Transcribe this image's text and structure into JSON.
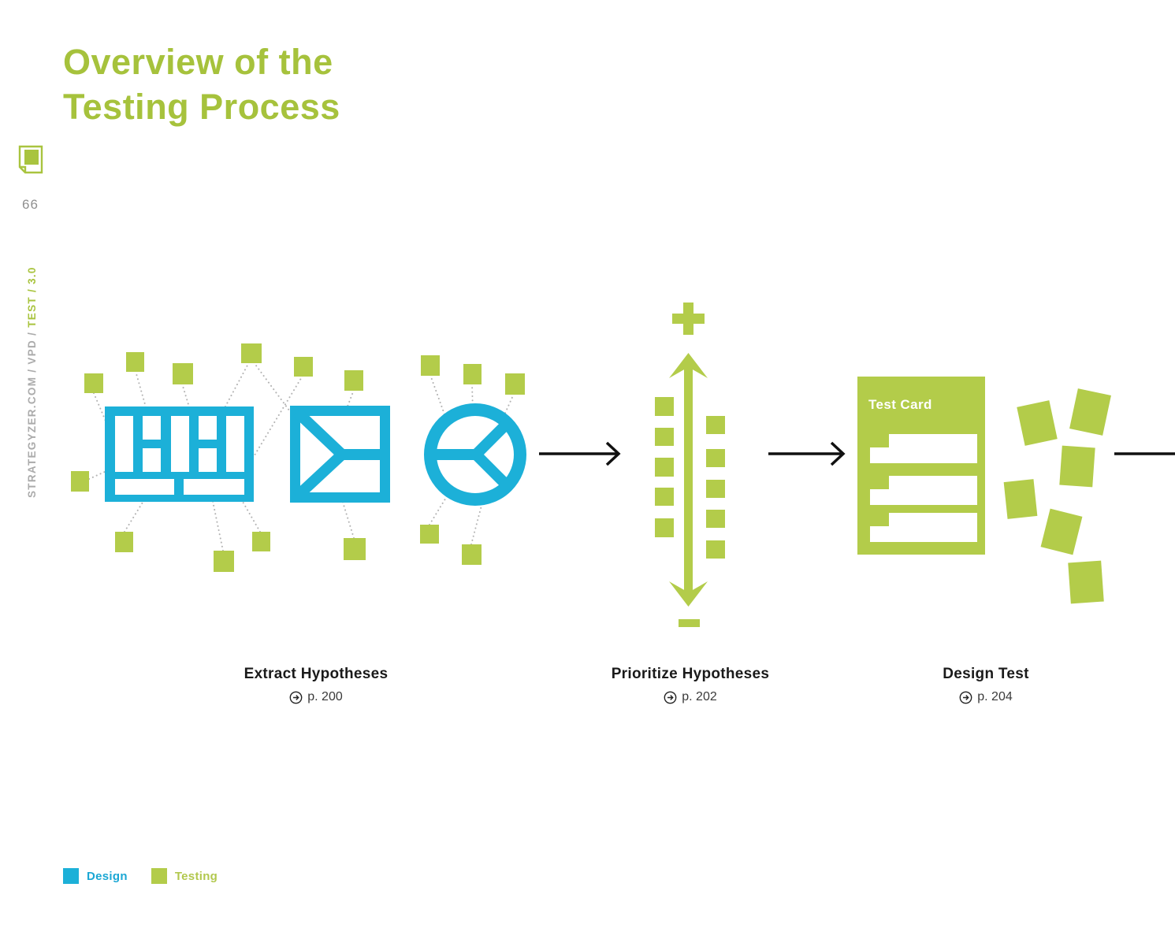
{
  "page": {
    "title_line1": "Overview of the",
    "title_line2": "Testing Process",
    "page_number": "66",
    "sidebar_path_gray": "STRATEGYZER.COM / VPD / ",
    "sidebar_path_green": "TEST / 3.0"
  },
  "steps": [
    {
      "label": "Extract Hypotheses",
      "page_ref": "p. 200"
    },
    {
      "label": "Prioritize Hypotheses",
      "page_ref": "p. 202"
    },
    {
      "label": "Design Test",
      "page_ref": "p. 204"
    }
  ],
  "test_card": {
    "title": "Test Card"
  },
  "prioritize_axis": {
    "top_symbol": "+",
    "bottom_symbol": "−"
  },
  "legend": [
    {
      "label": "Design",
      "color": "#1cb0d8"
    },
    {
      "label": "Testing",
      "color": "#b3cc4a"
    }
  ],
  "icons": {
    "page_marker": "sticky-note-icon",
    "page_link": "circle-arrow-right-icon",
    "extract_step": [
      "business-model-canvas-icon",
      "value-map-icon",
      "customer-profile-icon"
    ],
    "prioritize_step": [
      "plus-icon",
      "double-arrow-vertical-icon",
      "minus-icon"
    ],
    "design_step": [
      "test-card",
      "sticky-notes"
    ]
  },
  "colors": {
    "design_blue": "#1cb0d8",
    "testing_green": "#b3cc4a",
    "title_green": "#a6c23c",
    "arrow_black": "#111111",
    "connector_gray": "#b3b3b3"
  }
}
